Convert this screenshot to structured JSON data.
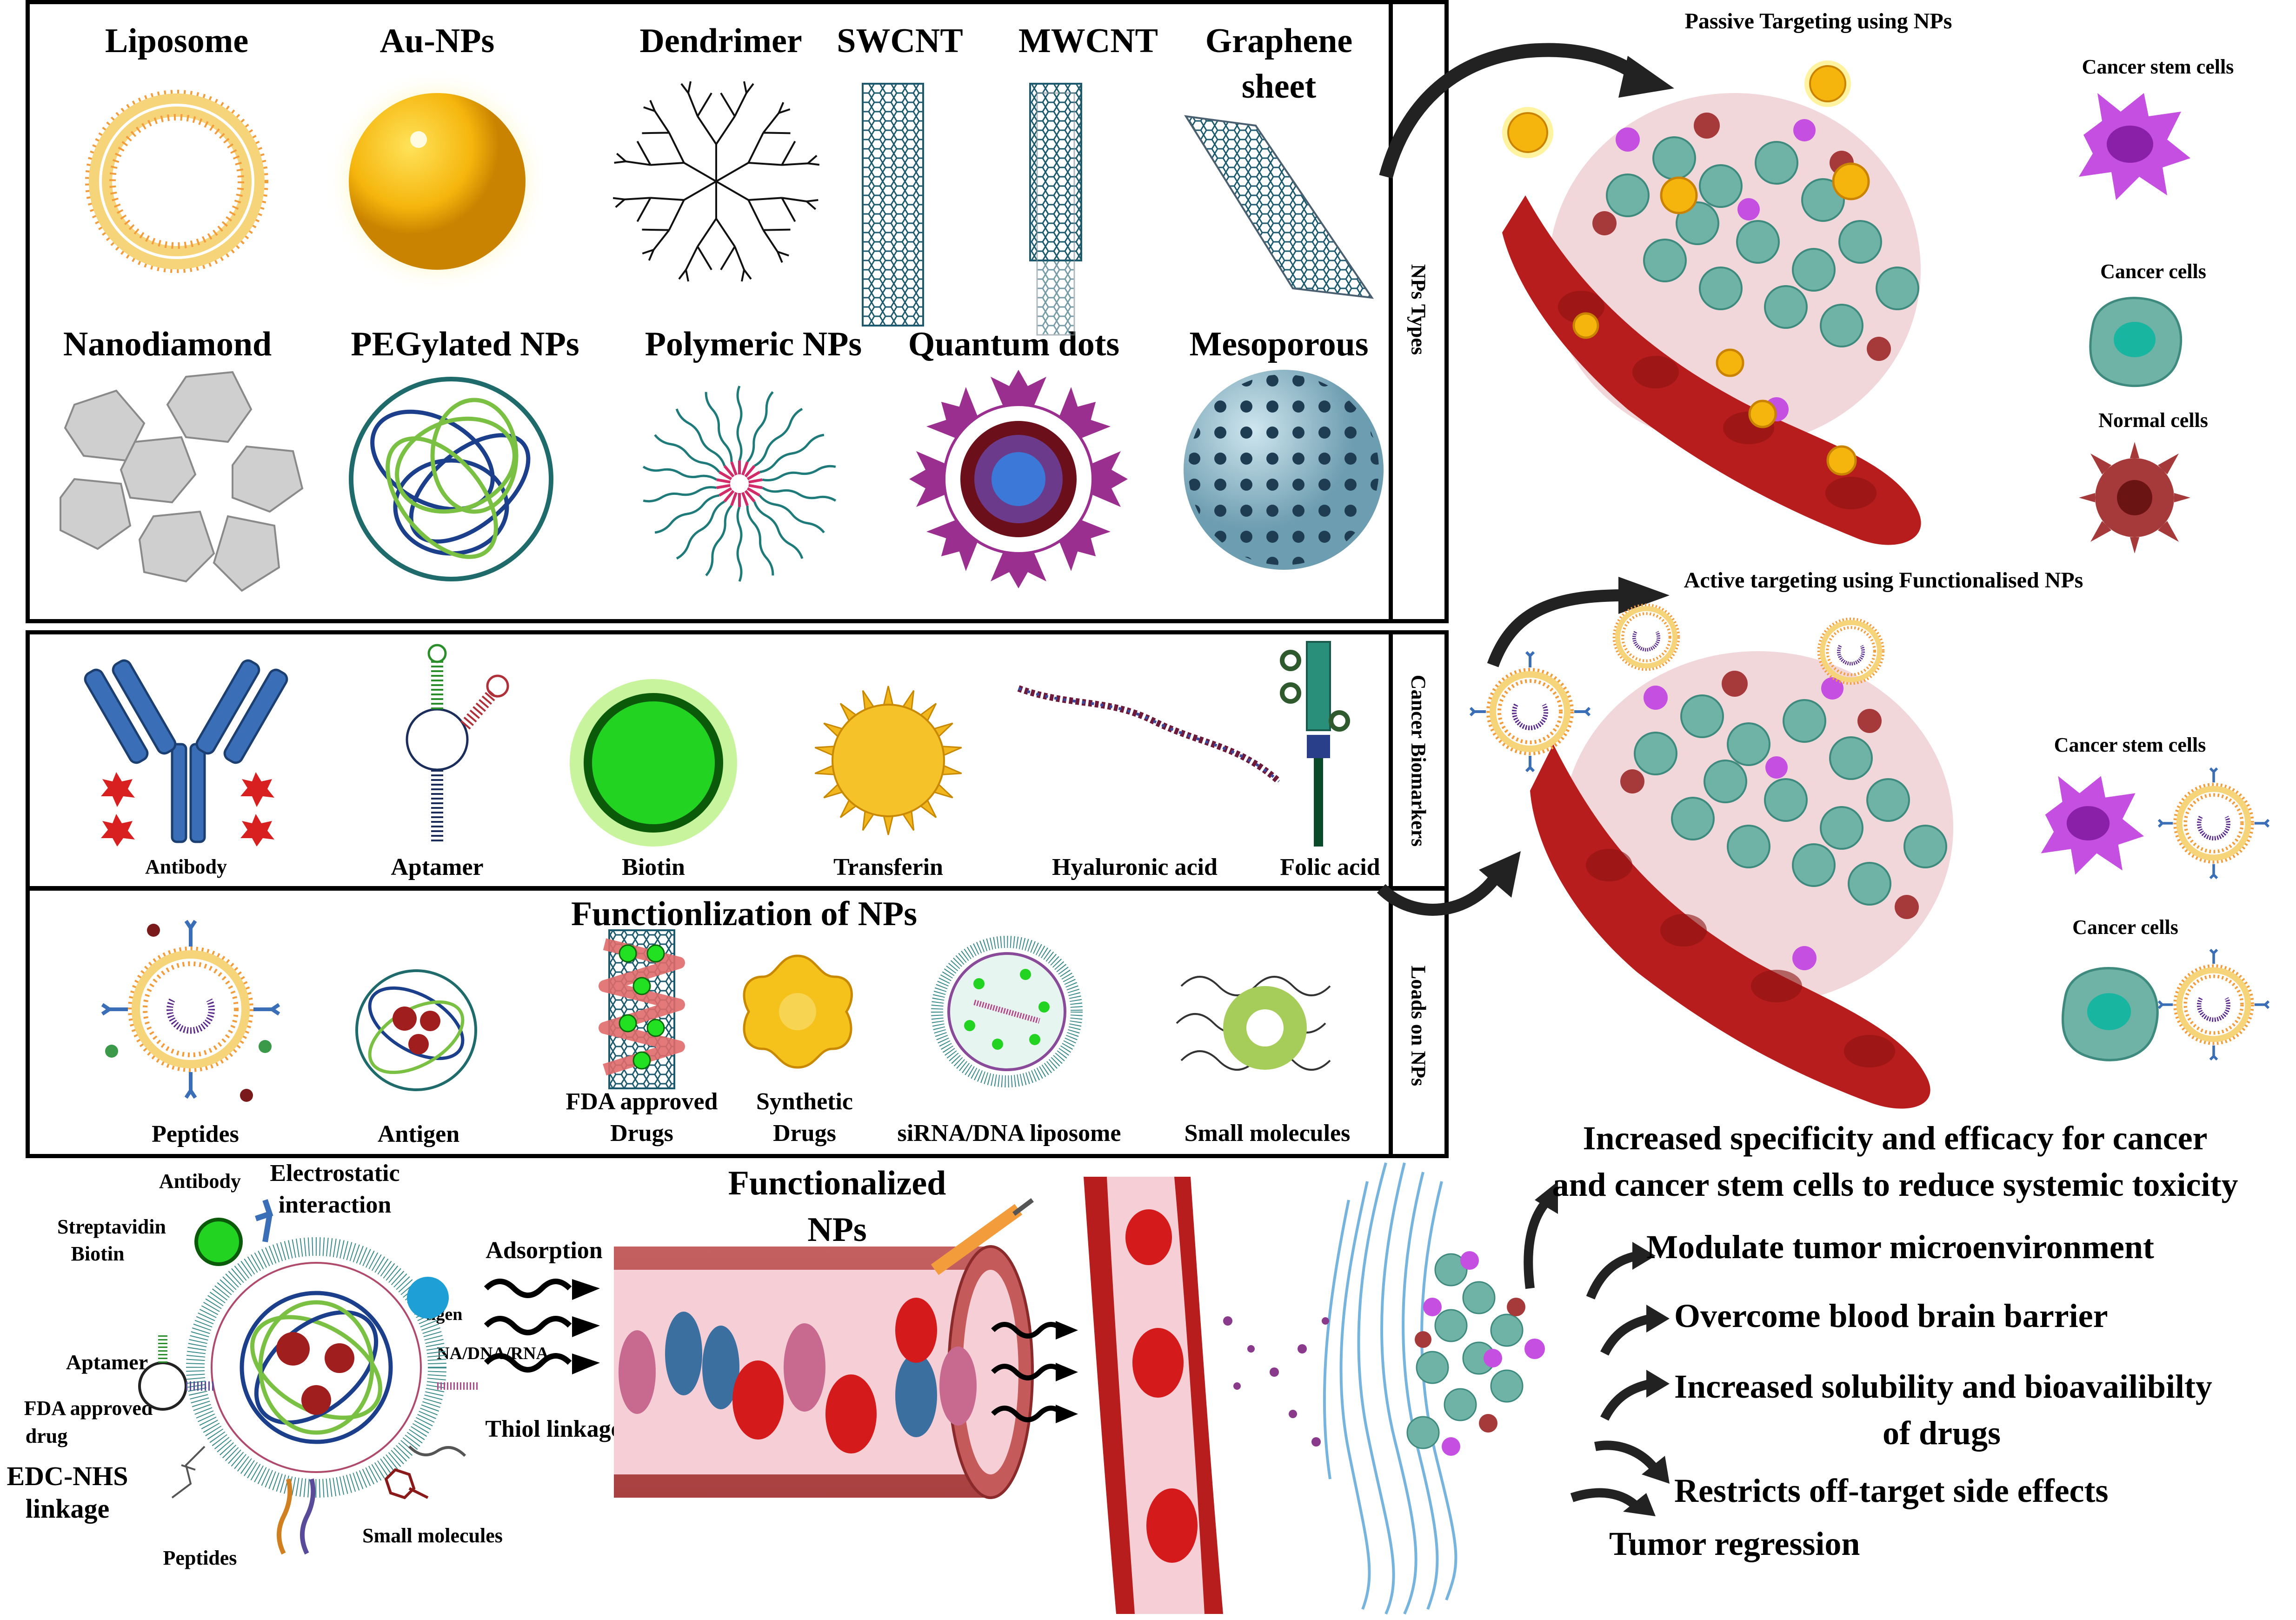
{
  "np_types": {
    "side_label": "NPs Types",
    "row1": [
      "Liposome",
      "Au-NPs",
      "Dendrimer",
      "SWCNT",
      "MWCNT"
    ],
    "graphene_line1": "Graphene",
    "graphene_line2": "sheet",
    "row2": [
      "Nanodiamond",
      "PEGylated NPs",
      "Polymeric NPs",
      "Quantum dots",
      "Mesoporous"
    ]
  },
  "biomarkers": {
    "side_label": "Cancer Biomarkers",
    "items": [
      "Antibody",
      "Aptamer",
      "Biotin",
      "Transferin",
      "Hyaluronic acid",
      "Folic acid"
    ]
  },
  "loads": {
    "side_label": "Loads on NPs",
    "title": "Functionlization of NPs",
    "peptides": "Peptides",
    "antigen": "Antigen",
    "fda_line1": "FDA approved",
    "fda_line2": "Drugs",
    "synthetic_line1": "Synthetic",
    "synthetic_line2": "Drugs",
    "sirna": "siRNA/DNA liposome",
    "small": "Small molecules"
  },
  "passive": {
    "title": "Passive Targeting using NPs",
    "legend": [
      "Cancer stem cells",
      "Cancer cells",
      "Normal cells"
    ]
  },
  "active": {
    "title": "Active targeting using Functionalised NPs",
    "legend": [
      "Cancer stem cells",
      "Cancer cells"
    ]
  },
  "functionalized": {
    "antibody": "Antibody",
    "electrostatic_line1": "Electrostatic",
    "electrostatic_line2": "interaction",
    "streptavidin_line1": "Streptavidin",
    "streptavidin_line2": "Biotin",
    "adsorption": "Adsorption",
    "antigen": "Antigen",
    "aptamer": "Aptamer",
    "sirna": "SiRNA/DNA/RNA",
    "fda_line1": "FDA approved",
    "fda_line2": "drug",
    "thiol": "Thiol linkage",
    "edc_line1": "EDC-NHS",
    "edc_line2": "linkage",
    "peptides": "Peptides",
    "small": "Small molecules",
    "title_line1": "Functionalized",
    "title_line2": "NPs"
  },
  "outcomes": {
    "headline_line1": "Increased specificity and efficacy for cancer",
    "headline_line2": "and cancer stem cells to reduce systemic toxicity",
    "items": [
      "Modulate tumor microenvironment",
      "Overcome blood brain barrier",
      "Increased solubility and bioavailibilty",
      "of drugs",
      "Restricts off-target side effects",
      "Tumor regression"
    ]
  },
  "colors": {
    "liposome": "#f39c3c",
    "gold": "#f5b50c",
    "cnt": "#1d5a6e",
    "cancer_cell": "#6fb3a6",
    "stem_cell": "#c44fe0",
    "normal_cell": "#a63a3a",
    "vessel": "#b81d1d",
    "biotin": "#22d322",
    "antibody": "#3a6fb8",
    "quantum": "#9b2f8f"
  }
}
